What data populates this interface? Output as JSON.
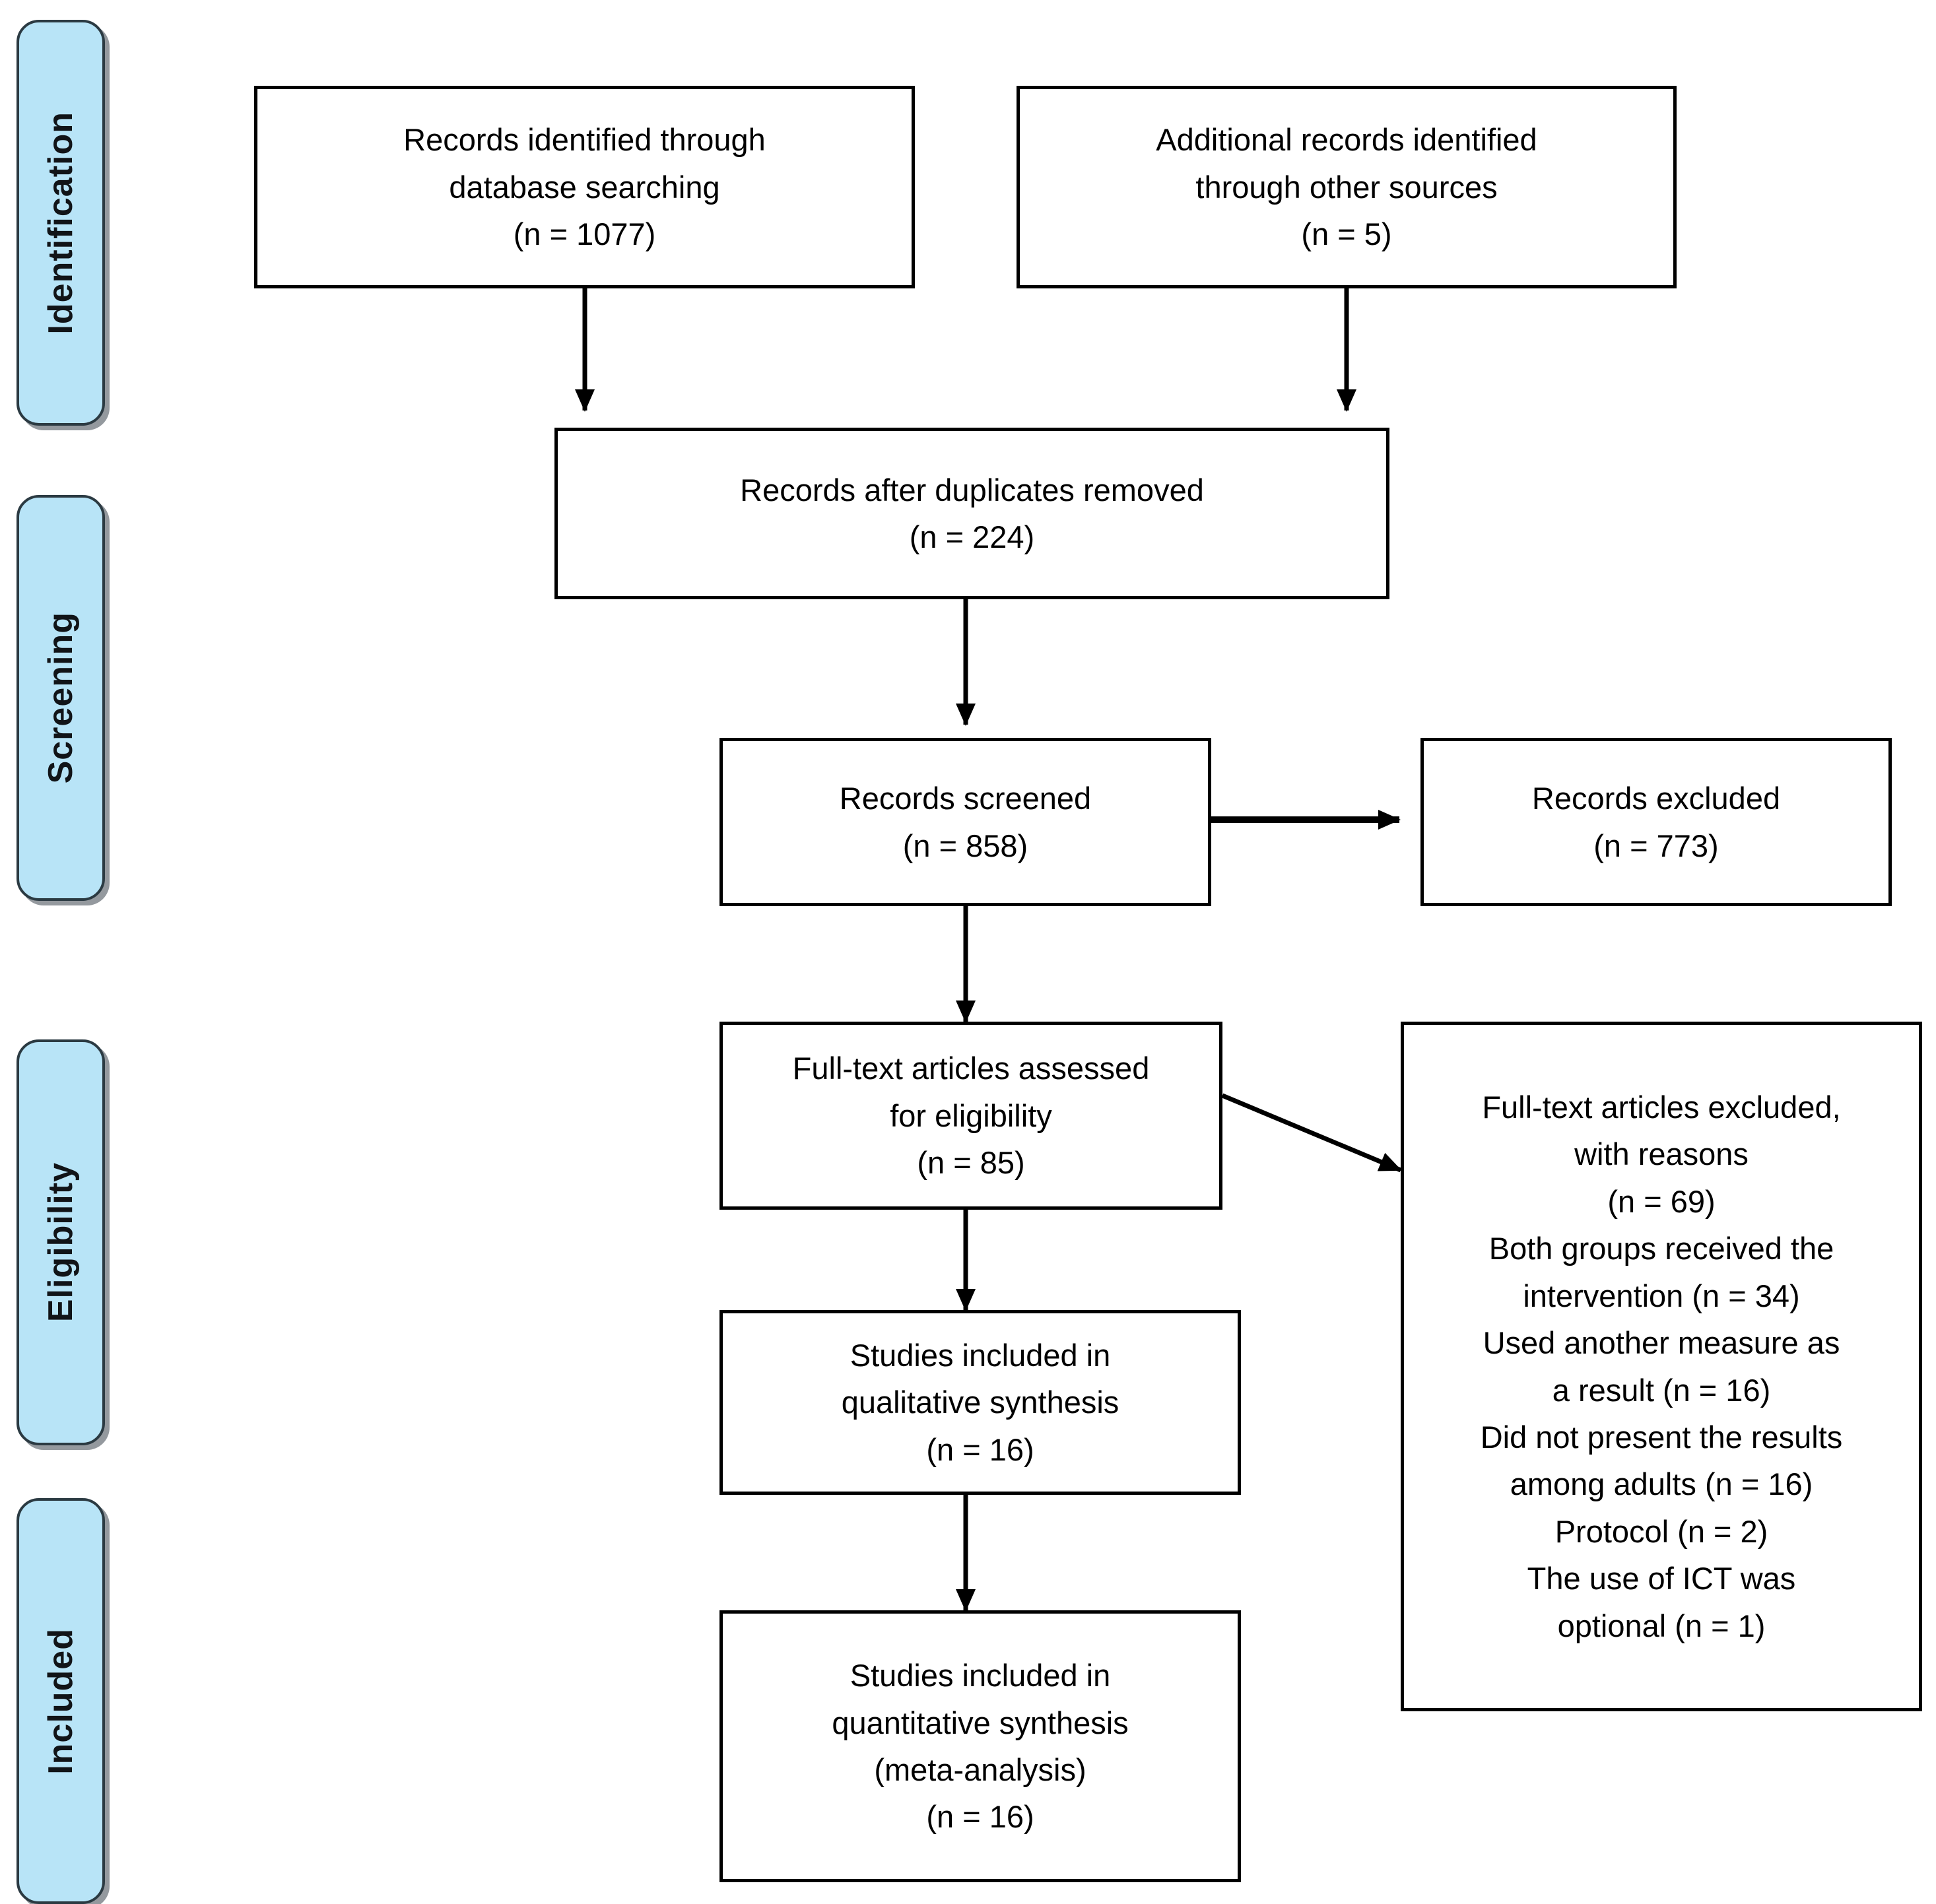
{
  "diagram": {
    "type": "prisma-flow-diagram",
    "accent_color": "#b8e4f7",
    "border_color": "#000000",
    "stage_border_color": "#2b3a42"
  },
  "stages": [
    {
      "id": "identification",
      "label": "Identification"
    },
    {
      "id": "screening",
      "label": "Screening"
    },
    {
      "id": "eligibility",
      "label": "Eligibility"
    },
    {
      "id": "included",
      "label": "Included"
    }
  ],
  "boxes": {
    "records_identified": {
      "line1": "Records identified through",
      "line2": "database searching",
      "line3": "(n = 1077)"
    },
    "additional_records": {
      "line1": "Additional records identified",
      "line2": "through other sources",
      "line3": "(n = 5)"
    },
    "duplicates_removed": {
      "line1": "Records after duplicates removed",
      "line2": "(n = 224)"
    },
    "records_screened": {
      "line1": "Records screened",
      "line2": "(n = 858)"
    },
    "records_excluded": {
      "line1": "Records excluded",
      "line2": "(n = 773)"
    },
    "fulltext_assessed": {
      "line1": "Full-text articles assessed",
      "line2": "for eligibility",
      "line3": "(n = 85)"
    },
    "fulltext_excluded": {
      "line1": "Full-text articles excluded,",
      "line2": "with reasons",
      "line3": "(n = 69)",
      "line4": "Both groups received the",
      "line5": "intervention (n = 34)",
      "line6": "Used another measure as",
      "line7": "a result (n = 16)",
      "line8": "Did not present the results",
      "line9": "among adults (n = 16)",
      "line10": "Protocol (n = 2)",
      "line11": "The use of ICT was",
      "line12": "optional (n = 1)"
    },
    "qualitative_synthesis": {
      "line1": "Studies included in",
      "line2": "qualitative synthesis",
      "line3": "(n = 16)"
    },
    "quantitative_synthesis": {
      "line1": "Studies included in",
      "line2": "quantitative synthesis",
      "line3": "(meta-analysis)",
      "line4": "(n = 16)"
    }
  },
  "counts": {
    "records_identified_n": 1077,
    "additional_records_n": 5,
    "after_duplicates_n": 224,
    "screened_n": 858,
    "excluded_n": 773,
    "fulltext_assessed_n": 85,
    "fulltext_excluded_n": 69,
    "reason_both_groups_n": 34,
    "reason_another_measure_n": 16,
    "reason_not_adults_n": 16,
    "reason_protocol_n": 2,
    "reason_ict_optional_n": 1,
    "qualitative_n": 16,
    "quantitative_n": 16
  }
}
